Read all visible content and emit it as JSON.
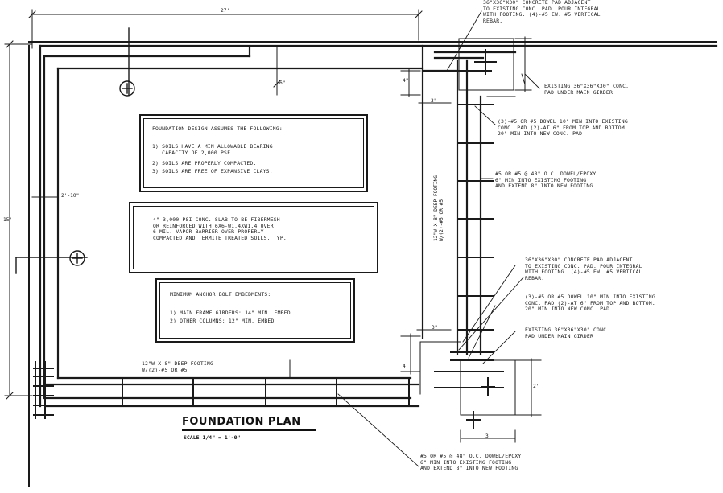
{
  "drawing": {
    "title": "FOUNDATION PLAN",
    "scale": "SCALE 1/4\" = 1'-0\"",
    "dims": {
      "top_overall": "27'",
      "left_overall": "15'",
      "left_offset": "2'-10\"",
      "top_inner": "6\"",
      "right_a": "4\"",
      "right_b": "3\"",
      "right_c": "3\"",
      "right_d": "2'",
      "bottom_right": "3'",
      "bottom_small": "4'"
    },
    "footing_right_label": "12\"W X 8\" DEEP FOOTING\nW/(2)-#5 OR #5",
    "footing_bottom_label": "12\"W X 8\" DEEP FOOTING\nW/(2)-#5 OR #5",
    "callouts": {
      "top_right": "36\"X36\"X30\" CONCRETE PAD ADJACENT\nTO EXISTING CONC. PAD. POUR INTEGRAL\nWITH FOOTING. (4)-#5 EW. #5 VERTICAL\nREBAR.",
      "existing_pad_top": "EXISTING 36\"X36\"X30\" CONC.\nPAD UNDER MAIN GIRDER",
      "dowel_top": "(3)-#5 OR #5 DOWEL 10\" MIN INTO EXISTING\nCONC. PAD (2)-AT 6\" FROM TOP AND BOTTOM.\n20\" MIN INTO NEW CONC. PAD",
      "dowel_mid": "#5 OR #5 @ 48\" O.C. DOWEL/EPOXY\n6\" MIN INTO EXISTING FOOTING\nAND EXTEND 8\" INTO NEW FOOTING",
      "pad_bottom": "36\"X36\"X30\" CONCRETE PAD ADJACENT\nTO EXISTING CONC. PAD. POUR INTEGRAL\nWITH FOOTING. (4)-#5 EW. #5 VERTICAL\nREBAR.",
      "dowel_bottom": "(3)-#5 OR #5 DOWEL 10\" MIN INTO EXISTING\nCONC. PAD (2)-AT 6\" FROM TOP AND BOTTOM.\n20\" MIN INTO NEW CONC. PAD",
      "existing_pad_bottom": "EXISTING 36\"X36\"X30\" CONC.\nPAD UNDER MAIN GIRDER",
      "dowel_footer": "#5 OR #5 @ 48\" O.C. DOWEL/EPOXY\n6\" MIN INTO EXISTING FOOTING\nAND EXTEND 8\" INTO NEW FOOTING"
    },
    "notes": {
      "design": {
        "heading": "FOUNDATION DESIGN ASSUMES THE FOLLOWING:",
        "items": [
          "1) SOILS HAVE A MIN ALLOWABLE BEARING\n   CAPACITY OF 2,000 PSF.",
          "2) SOILS ARE PROPERLY COMPACTED.",
          "3) SOILS ARE FREE OF EXPANSIVE CLAYS."
        ]
      },
      "slab": "4\" 3,000 PSI CONC. SLAB TO BE FIBERMESH\nOR REINFORCED WITH 6X6-W1.4XW1.4 OVER\n6-MIL. VAPOR BARRIER OVER PROPERLY\nCOMPACTED AND TERMITE TREATED SOILS. TYP.",
      "anchor": {
        "heading": "MINIMUM ANCHOR BOLT EMBEDMENTS:",
        "items": [
          "1) MAIN FRAME GIRDERS: 14\" MIN. EMBED",
          "2) OTHER COLUMNS: 12\" MIN. EMBED"
        ]
      }
    }
  }
}
